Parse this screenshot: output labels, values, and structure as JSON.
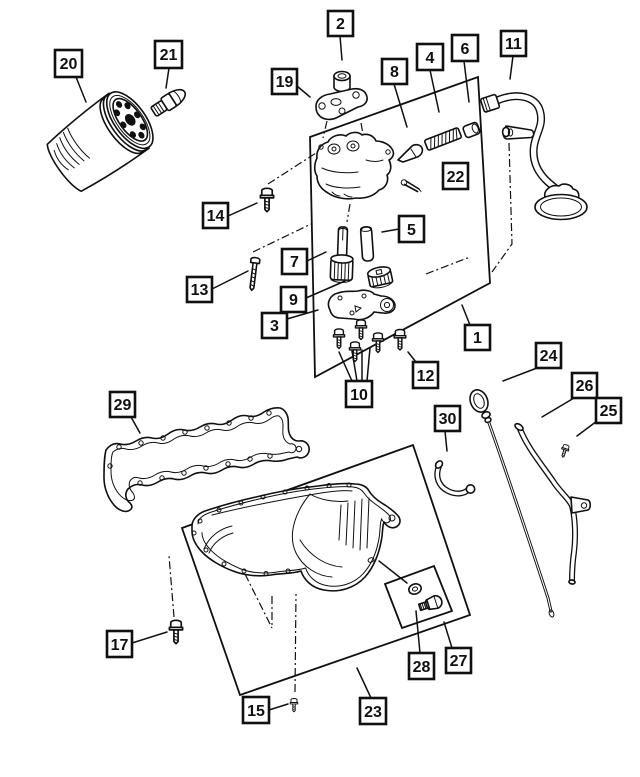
{
  "figure": {
    "background_color": "#ffffff",
    "line_color": "#101010",
    "type": "exploded-parts-diagram"
  },
  "callouts": {
    "n1": "1",
    "n2": "2",
    "n3": "3",
    "n4": "4",
    "n5": "5",
    "n6": "6",
    "n7": "7",
    "n8": "8",
    "n9": "9",
    "n10": "10",
    "n11": "11",
    "n12": "12",
    "n13": "13",
    "n14": "14",
    "n15": "15",
    "n17": "17",
    "n19": "19",
    "n20": "20",
    "n21": "21",
    "n22": "22",
    "n23": "23",
    "n24": "24",
    "n25": "25",
    "n26": "26",
    "n27": "27",
    "n28": "28",
    "n29": "29",
    "n30": "30"
  },
  "parts": {
    "n1": "mounting-panel",
    "n2": "bushing",
    "n3": "pump-cover-plate",
    "n4": "relief-valve-spring",
    "n5": "pump-shaft",
    "n6": "valve-plug",
    "n7": "drive-gear-shaft",
    "n8": "relief-valve-plunger",
    "n9": "cover-gasket",
    "n10": "cover-bolts",
    "n11": "oil-pickup-tube",
    "n12": "bolt",
    "n13": "long-bolt",
    "n14": "hex-bolt",
    "n15": "small-screw",
    "n17": "stud-bolt",
    "n19": "bracket-plate",
    "n20": "oil-filter",
    "n21": "filter-fitting",
    "n22": "cotter-pin",
    "n23": "oil-pan",
    "n24": "dipstick",
    "n25": "small-screw",
    "n26": "dipstick-tube",
    "n27": "drain-plug",
    "n28": "drain-plug-washer",
    "n29": "oil-pan-gasket",
    "n30": "clip-bracket"
  }
}
